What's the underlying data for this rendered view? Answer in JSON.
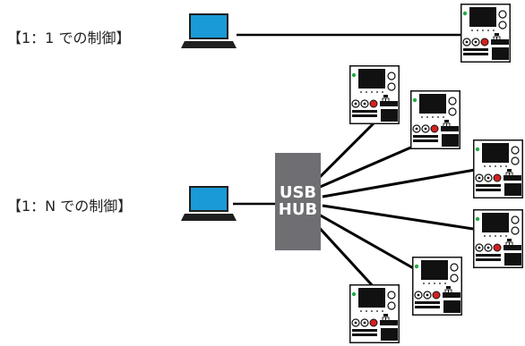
{
  "labels": {
    "one_to_one": "【1：1 での制御】",
    "one_to_n": "【1：N での制御】"
  },
  "hub": {
    "line1": "USB",
    "line2": "HUB"
  },
  "colors": {
    "line": "#000000",
    "laptop_screen": "#1a9ad6",
    "hub": "#6e6e73",
    "power_led": "#22aa44",
    "red_knob": "#d42020"
  },
  "icons": {
    "laptop": "laptop-icon",
    "instrument": "power-supply-icon"
  }
}
